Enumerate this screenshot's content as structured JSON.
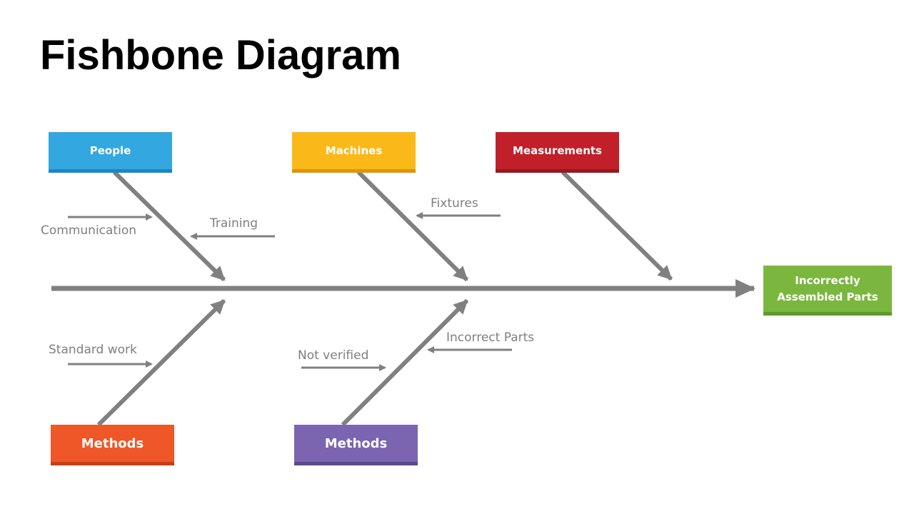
{
  "title": "Fishbone Diagram",
  "effect": {
    "label": "Incorrectly Assembled Parts",
    "color": "#7bb73e",
    "border_color": "#5e9a2b"
  },
  "categories": [
    {
      "label": "People",
      "color": "#33a7e0",
      "border_color": "#1f86bd"
    },
    {
      "label": "Machines",
      "color": "#fbb919",
      "border_color": "#d9970a"
    },
    {
      "label": "Measurements",
      "color": "#c1202a",
      "border_color": "#931a20"
    },
    {
      "label": "Methods",
      "color": "#ef5728",
      "border_color": "#c44016"
    },
    {
      "label": "Methods",
      "color": "#7b65b0",
      "border_color": "#5c4a8e"
    }
  ],
  "causes": [
    {
      "label": "Communication",
      "category": "People"
    },
    {
      "label": "Training",
      "category": "People"
    },
    {
      "label": "Fixtures",
      "category": "Machines"
    },
    {
      "label": "Standard work",
      "category": "Methods"
    },
    {
      "label": "Not verified",
      "category": "Methods"
    },
    {
      "label": "Incorrect Parts",
      "category": "Methods"
    }
  ],
  "colors": {
    "bone": "#808080",
    "cause_text": "#7f7f7f"
  }
}
